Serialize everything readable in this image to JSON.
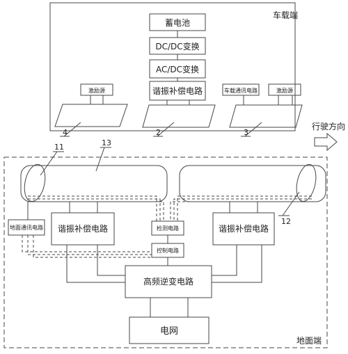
{
  "vehicle_side": {
    "region_label": "车载端",
    "battery": "蓄电池",
    "dcdc": "DC/DC变换",
    "acdc": "AC/DC变换",
    "resonance_comp": "谐振补偿电路",
    "excitation_left": "激励源",
    "comm": "车载通讯电路",
    "excitation_right": "激励源",
    "labels": [
      "4",
      "2",
      "3"
    ]
  },
  "direction_label": "行驶方向",
  "ground_side": {
    "region_label": "地面端",
    "ground_comm": "地面通讯电路",
    "resonance_left": "谐振补偿电路",
    "resonance_right": "谐振补偿电路",
    "detect": "检测电路",
    "control": "控制电路",
    "inverter": "高频逆变电路",
    "grid": "电网",
    "labels": [
      "11",
      "13",
      "12"
    ]
  }
}
